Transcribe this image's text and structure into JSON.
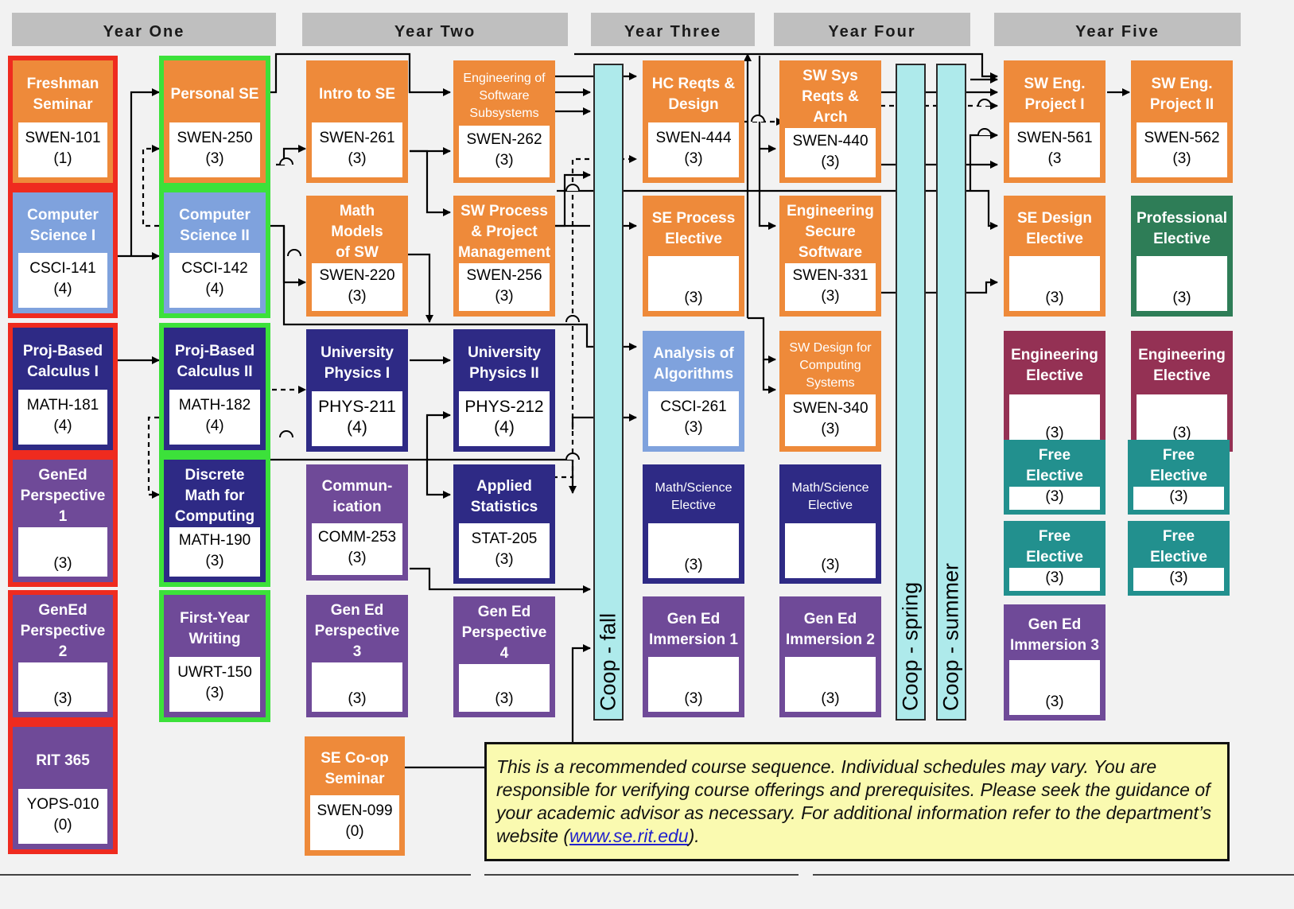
{
  "years": [
    "Year One",
    "Year Two",
    "Year Three",
    "Year Four",
    "Year Five"
  ],
  "coop": {
    "fall": "Coop - fall",
    "spring": "Coop - spring",
    "summer": "Coop - summer"
  },
  "courses": {
    "fs": {
      "title": "Freshman\nSeminar",
      "code": "SWEN-101",
      "credits": "(1)"
    },
    "cs1": {
      "title": "Computer\nScience I",
      "code": "CSCI-141",
      "credits": "(4)"
    },
    "calc1": {
      "title": "Proj-Based\nCalculus  I",
      "code": "MATH-181",
      "credits": "(4)"
    },
    "gep1": {
      "title": "GenEd\nPerspective\n1",
      "code": "",
      "credits": "(3)"
    },
    "gep2": {
      "title": "GenEd\nPerspective\n2",
      "code": "",
      "credits": "(3)"
    },
    "rit": {
      "title": "RIT 365",
      "code": "YOPS-010",
      "credits": "(0)"
    },
    "pse": {
      "title": "Personal SE",
      "code": "SWEN-250",
      "credits": "(3)"
    },
    "cs2": {
      "title": "Computer\nScience II",
      "code": "CSCI-142",
      "credits": "(4)"
    },
    "calc2": {
      "title": "Proj-Based\nCalculus  II",
      "code": "MATH-182",
      "credits": "(4)"
    },
    "dm": {
      "title": "Discrete\nMath for\nComputing",
      "code": "MATH-190",
      "credits": "(3)"
    },
    "fyw": {
      "title": "First-Year\nWriting",
      "code": "UWRT-150",
      "credits": "(3)"
    },
    "ise": {
      "title": "Intro to SE",
      "code": "SWEN-261",
      "credits": "(3)"
    },
    "mm": {
      "title": "Math Models\nof SW",
      "code": "SWEN-220",
      "credits": "(3)"
    },
    "p1": {
      "title": "University\nPhysics I",
      "code": "PHYS-211",
      "credits": "(4)"
    },
    "comm": {
      "title": "Commun-\nication",
      "code": "COMM-253",
      "credits": "(3)"
    },
    "gep3": {
      "title": "Gen Ed\nPerspective\n3",
      "code": "",
      "credits": "(3)"
    },
    "coopsem": {
      "title": "SE Co-op\nSeminar",
      "code": "SWEN-099",
      "credits": "(0)"
    },
    "ess": {
      "title": "Engineering of\nSoftware\nSubsystems",
      "code": "SWEN-262",
      "credits": "(3)"
    },
    "swp": {
      "title": "SW Process\n& Project\nManagement",
      "code": "SWEN-256",
      "credits": "(3)"
    },
    "p2": {
      "title": "University\nPhysics II",
      "code": "PHYS-212",
      "credits": "(4)"
    },
    "stat": {
      "title": "Applied\nStatistics",
      "code": "STAT-205",
      "credits": "(3)"
    },
    "gep4": {
      "title": "Gen Ed\nPerspective\n4",
      "code": "",
      "credits": "(3)"
    },
    "hc": {
      "title": "HC Reqts &\nDesign",
      "code": "SWEN-444",
      "credits": "(3)"
    },
    "sep": {
      "title": "SE Process\nElective",
      "code": "",
      "credits": "(3)"
    },
    "aa": {
      "title": "Analysis of\nAlgorithms",
      "code": "CSCI-261",
      "credits": "(3)"
    },
    "ms3": {
      "title": "Math/Science\nElective",
      "code": "",
      "credits": "(3)"
    },
    "gei1": {
      "title": "Gen Ed\nImmersion 1",
      "code": "",
      "credits": "(3)"
    },
    "ssra": {
      "title": "SW Sys\nReqts &\nArch",
      "code": "SWEN-440",
      "credits": "(3)"
    },
    "ess2": {
      "title": "Engineering\nSecure\nSoftware",
      "code": "SWEN-331",
      "credits": "(3)"
    },
    "swdc": {
      "title": "SW Design for\nComputing\nSystems",
      "code": "SWEN-340",
      "credits": "(3)"
    },
    "ms4": {
      "title": "Math/Science\nElective",
      "code": "",
      "credits": "(3)"
    },
    "gei2": {
      "title": "Gen Ed\nImmersion 2",
      "code": "",
      "credits": "(3)"
    },
    "sp1": {
      "title": "SW Eng.\nProject I",
      "code": "SWEN-561",
      "credits": "(3"
    },
    "sed": {
      "title": "SE Design\nElective",
      "code": "",
      "credits": "(3)"
    },
    "ee1": {
      "title": "Engineering\nElective",
      "code": "",
      "credits": "(3)"
    },
    "fe1": {
      "title": "Free Elective",
      "code": "",
      "credits": "(3)"
    },
    "fe2": {
      "title": "Free Elective",
      "code": "",
      "credits": "(3)"
    },
    "gei3": {
      "title": "Gen Ed\nImmersion 3",
      "code": "",
      "credits": "(3)"
    },
    "sp2": {
      "title": "SW Eng.\nProject II",
      "code": "SWEN-562",
      "credits": "(3)"
    },
    "pe": {
      "title": "Professional\nElective",
      "code": "",
      "credits": "(3)"
    },
    "ee2": {
      "title": "Engineering\nElective",
      "code": "",
      "credits": "(3)"
    },
    "fe3": {
      "title": "Free Elective",
      "code": "",
      "credits": "(3)"
    },
    "fe4": {
      "title": "Free Elective",
      "code": "",
      "credits": "(3)"
    }
  },
  "note": {
    "text": "This is a recommended course sequence.  Individual schedules may vary. You are responsible for verifying course offerings and prerequisites. Please seek the guidance of your academic advisor as necessary. For additional information refer to the department’s website (",
    "link": "www.se.rit.edu",
    "end": ")."
  },
  "colors": {
    "orange": "#ee8a3a",
    "light_blue": "#7fa2dd",
    "dark_blue": "#2e2a85",
    "purple": "#6f4a98",
    "magenta": "#943154",
    "dark_green": "#2e7d57",
    "teal": "#22908e",
    "red_frame": "#ef2b1f",
    "green_frame": "#3ce13a",
    "coop": "#aeeaeb",
    "note_bg": "#fafab0"
  }
}
